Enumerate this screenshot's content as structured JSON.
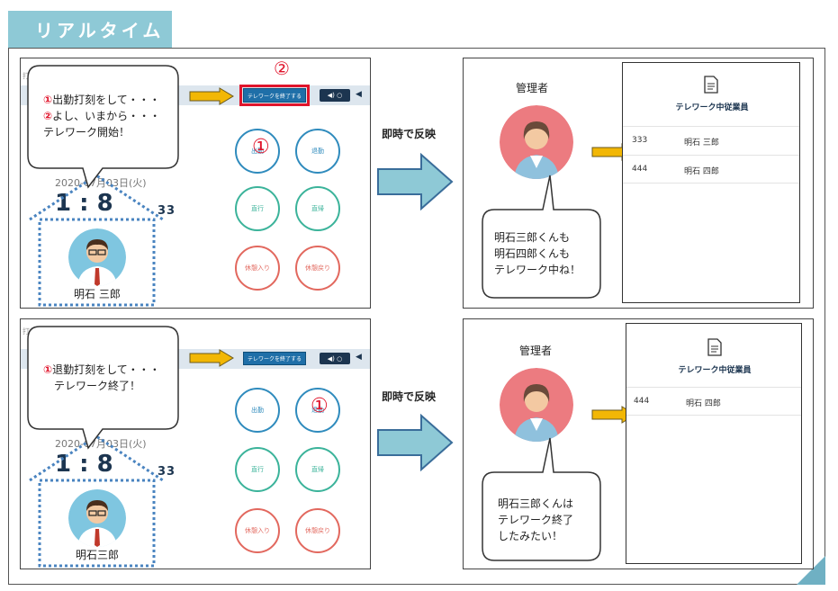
{
  "header": {
    "title": "リアルタイム"
  },
  "middle_label": "即時で反映",
  "colors": {
    "accent": "#8ec9d6",
    "button_blue": "#1f6fa8",
    "highlight_red": "#e0142b",
    "arrow_yellow": "#f2b705",
    "arrow_blue": "#8ec9d6"
  },
  "top": {
    "app": {
      "menu_label_1": "打",
      "menu_label_2": "組",
      "telework_button": "テレワークを終了する",
      "speaker_pill": "◀) ○",
      "step_marker": "②",
      "date": "2020-07月03日(火)",
      "time_partial": "1 : 8",
      "time_seconds": "33",
      "buttons": {
        "clock_in": "出勤",
        "clock_out": "退勤",
        "go_out": "直行",
        "return": "直帰",
        "break_in": "休憩入り",
        "break_out": "休憩戻り"
      },
      "clock_in_marker": "①"
    },
    "bubble": {
      "line1_num": "①",
      "line1": "出勤打刻をして・・・",
      "line2_num": "②",
      "line2": "よし、いまから・・・",
      "line3": "テレワーク開始！"
    },
    "employee_name": "明石 三郎",
    "manager": {
      "label": "管理者",
      "bubble": [
        "明石三郎くんも",
        "明石四郎くんも",
        "テレワーク中ね！"
      ],
      "list_title": "テレワーク中従業員",
      "rows": [
        {
          "id": "333",
          "name": "明石 三郎"
        },
        {
          "id": "444",
          "name": "明石 四郎"
        }
      ]
    }
  },
  "bottom": {
    "app": {
      "menu_label_1": "打",
      "menu_label_2": "組",
      "telework_button": "テレワークを終了する",
      "speaker_pill": "◀) ○",
      "date": "2020-07月03日(火)",
      "time_partial": "1 : 8",
      "time_seconds": "33",
      "buttons": {
        "clock_in": "出勤",
        "clock_out": "退勤",
        "go_out": "直行",
        "return": "直帰",
        "break_in": "休憩入り",
        "break_out": "休憩戻り"
      },
      "clock_out_marker": "①"
    },
    "bubble": {
      "line1_num": "①",
      "line1": "退勤打刻をして・・・",
      "line2": "テレワーク終了！"
    },
    "employee_name": "明石三郎",
    "manager": {
      "label": "管理者",
      "bubble": [
        "明石三郎くんは",
        "テレワーク終了",
        "したみたい！"
      ],
      "list_title": "テレワーク中従業員",
      "rows": [
        {
          "id": "444",
          "name": "明石 四郎"
        }
      ]
    }
  }
}
